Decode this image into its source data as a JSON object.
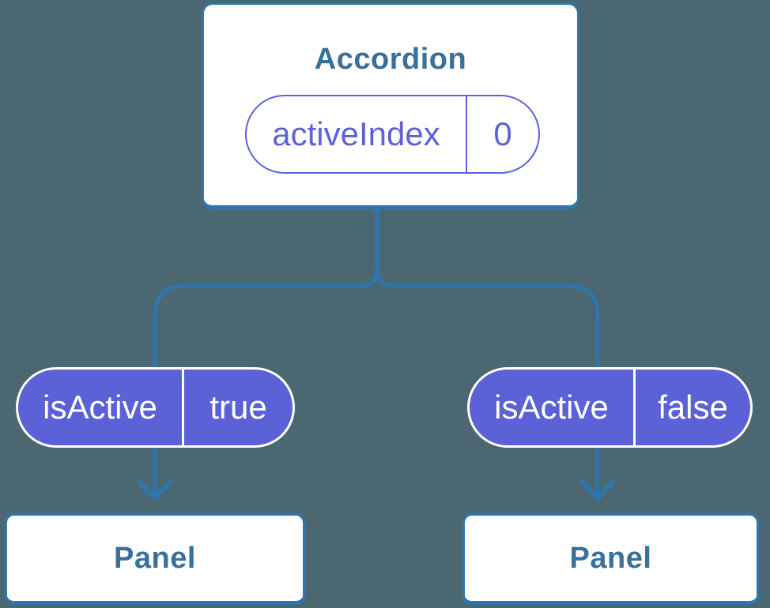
{
  "diagram": {
    "description": "Component tree diagram: Accordion with activeIndex state passing isActive props to two Panels",
    "colors": {
      "background": "#4b6872",
      "connector_blue": "#2e76ad",
      "node_border_blue": "#2e76ad",
      "node_text_blue": "#38719b",
      "pill_fill_purple": "#5b61d6",
      "pill_outline_purple": "#5c62dd",
      "pill_text_white": "#ffffff",
      "node_fill": "#ffffff"
    },
    "root": {
      "title": "Accordion",
      "state_name": "activeIndex",
      "state_value": "0"
    },
    "children": [
      {
        "prop_name": "isActive",
        "prop_value": "true",
        "label": "Panel"
      },
      {
        "prop_name": "isActive",
        "prop_value": "false",
        "label": "Panel"
      }
    ]
  }
}
